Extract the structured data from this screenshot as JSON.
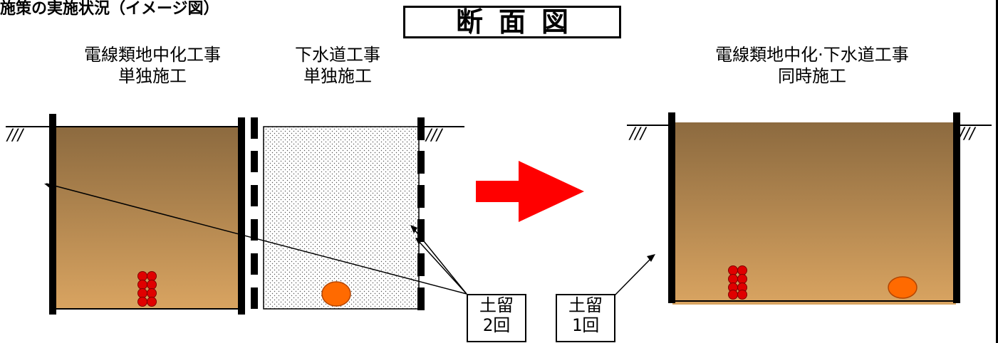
{
  "header": {
    "title": "施策の実施状況（イメージ図）"
  },
  "section_title": "断面図",
  "panels": {
    "left_a": {
      "line1": "電線類地中化工事",
      "line2": "単独施工"
    },
    "left_b": {
      "line1": "下水道工事",
      "line2": "単独施工"
    },
    "right": {
      "line1": "電線類地中化·下水道工事",
      "line2": "同時施工"
    }
  },
  "ground_mark": "///",
  "callouts": [
    {
      "line1": "土留",
      "line2": "2回"
    },
    {
      "line1": "土留",
      "line2": "1回"
    }
  ],
  "colors": {
    "soil_top": "#8c6a3f",
    "soil_bottom": "#d9a461",
    "cable": "#e00000",
    "pipe": "#ff6a00",
    "arrow": "#ff0000"
  }
}
